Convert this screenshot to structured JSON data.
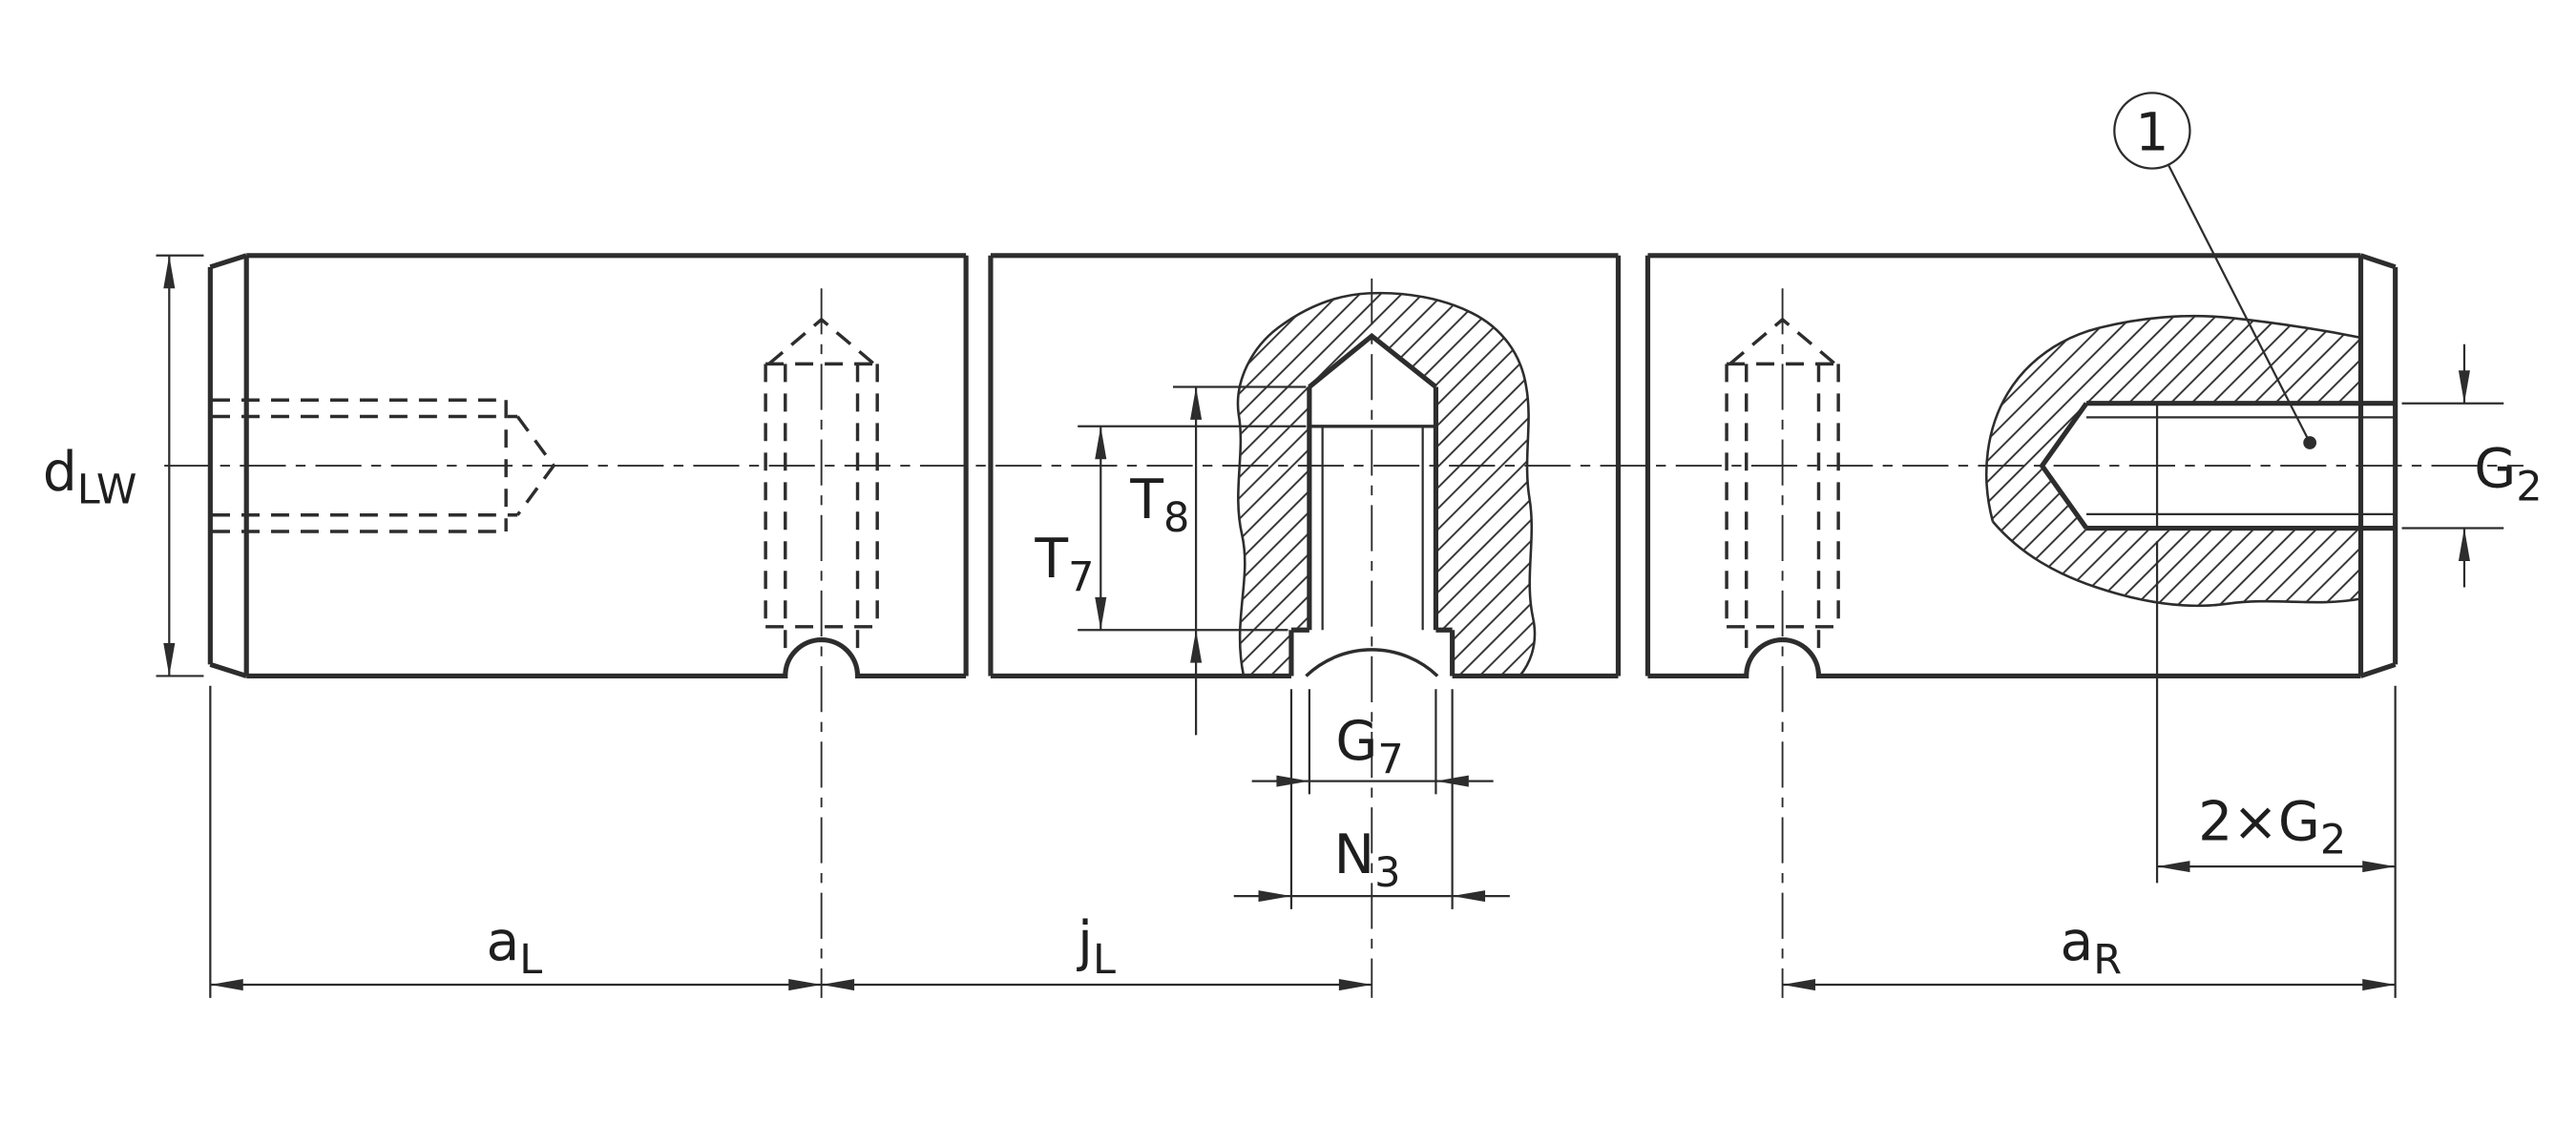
{
  "drawing": {
    "type": "technical-dimension-drawing",
    "subject": "shaft with threaded holes, partial sections and hidden lines",
    "background_color": "#ffffff",
    "line_color": "#2d2d2d",
    "labels": {
      "d_lw": {
        "base": "d",
        "sub": "LW"
      },
      "a_l": {
        "base": "a",
        "sub": "L"
      },
      "j_l": {
        "base": "j",
        "sub": "L"
      },
      "t_7": {
        "base": "T",
        "sub": "7"
      },
      "t_8": {
        "base": "T",
        "sub": "8"
      },
      "g_7": {
        "base": "G",
        "sub": "7"
      },
      "n_3": {
        "base": "N",
        "sub": "3"
      },
      "a_r": {
        "base": "a",
        "sub": "R"
      },
      "g_2": {
        "base": "G",
        "sub": "2"
      },
      "two_g_2": {
        "prefix": "2×",
        "base": "G",
        "sub": "2"
      },
      "balloon_1": "1"
    }
  }
}
